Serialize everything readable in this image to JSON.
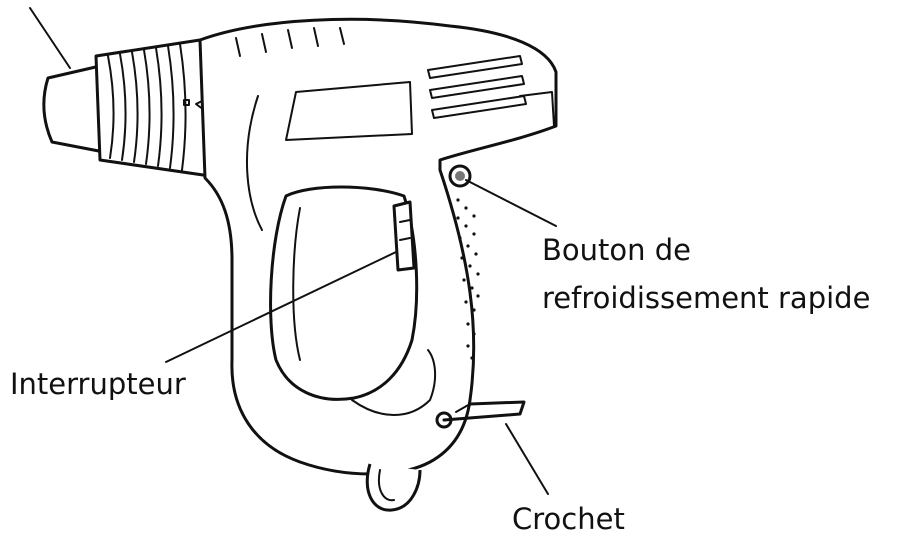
{
  "labels": {
    "cool_button_line1": "Bouton de",
    "cool_button_line2": "refroidissement rapide",
    "switch": "Interrupteur",
    "hook": "Crochet"
  },
  "colors": {
    "stroke": "#111111",
    "background": "#ffffff"
  },
  "icons": [
    "heat-gun-illustration"
  ]
}
